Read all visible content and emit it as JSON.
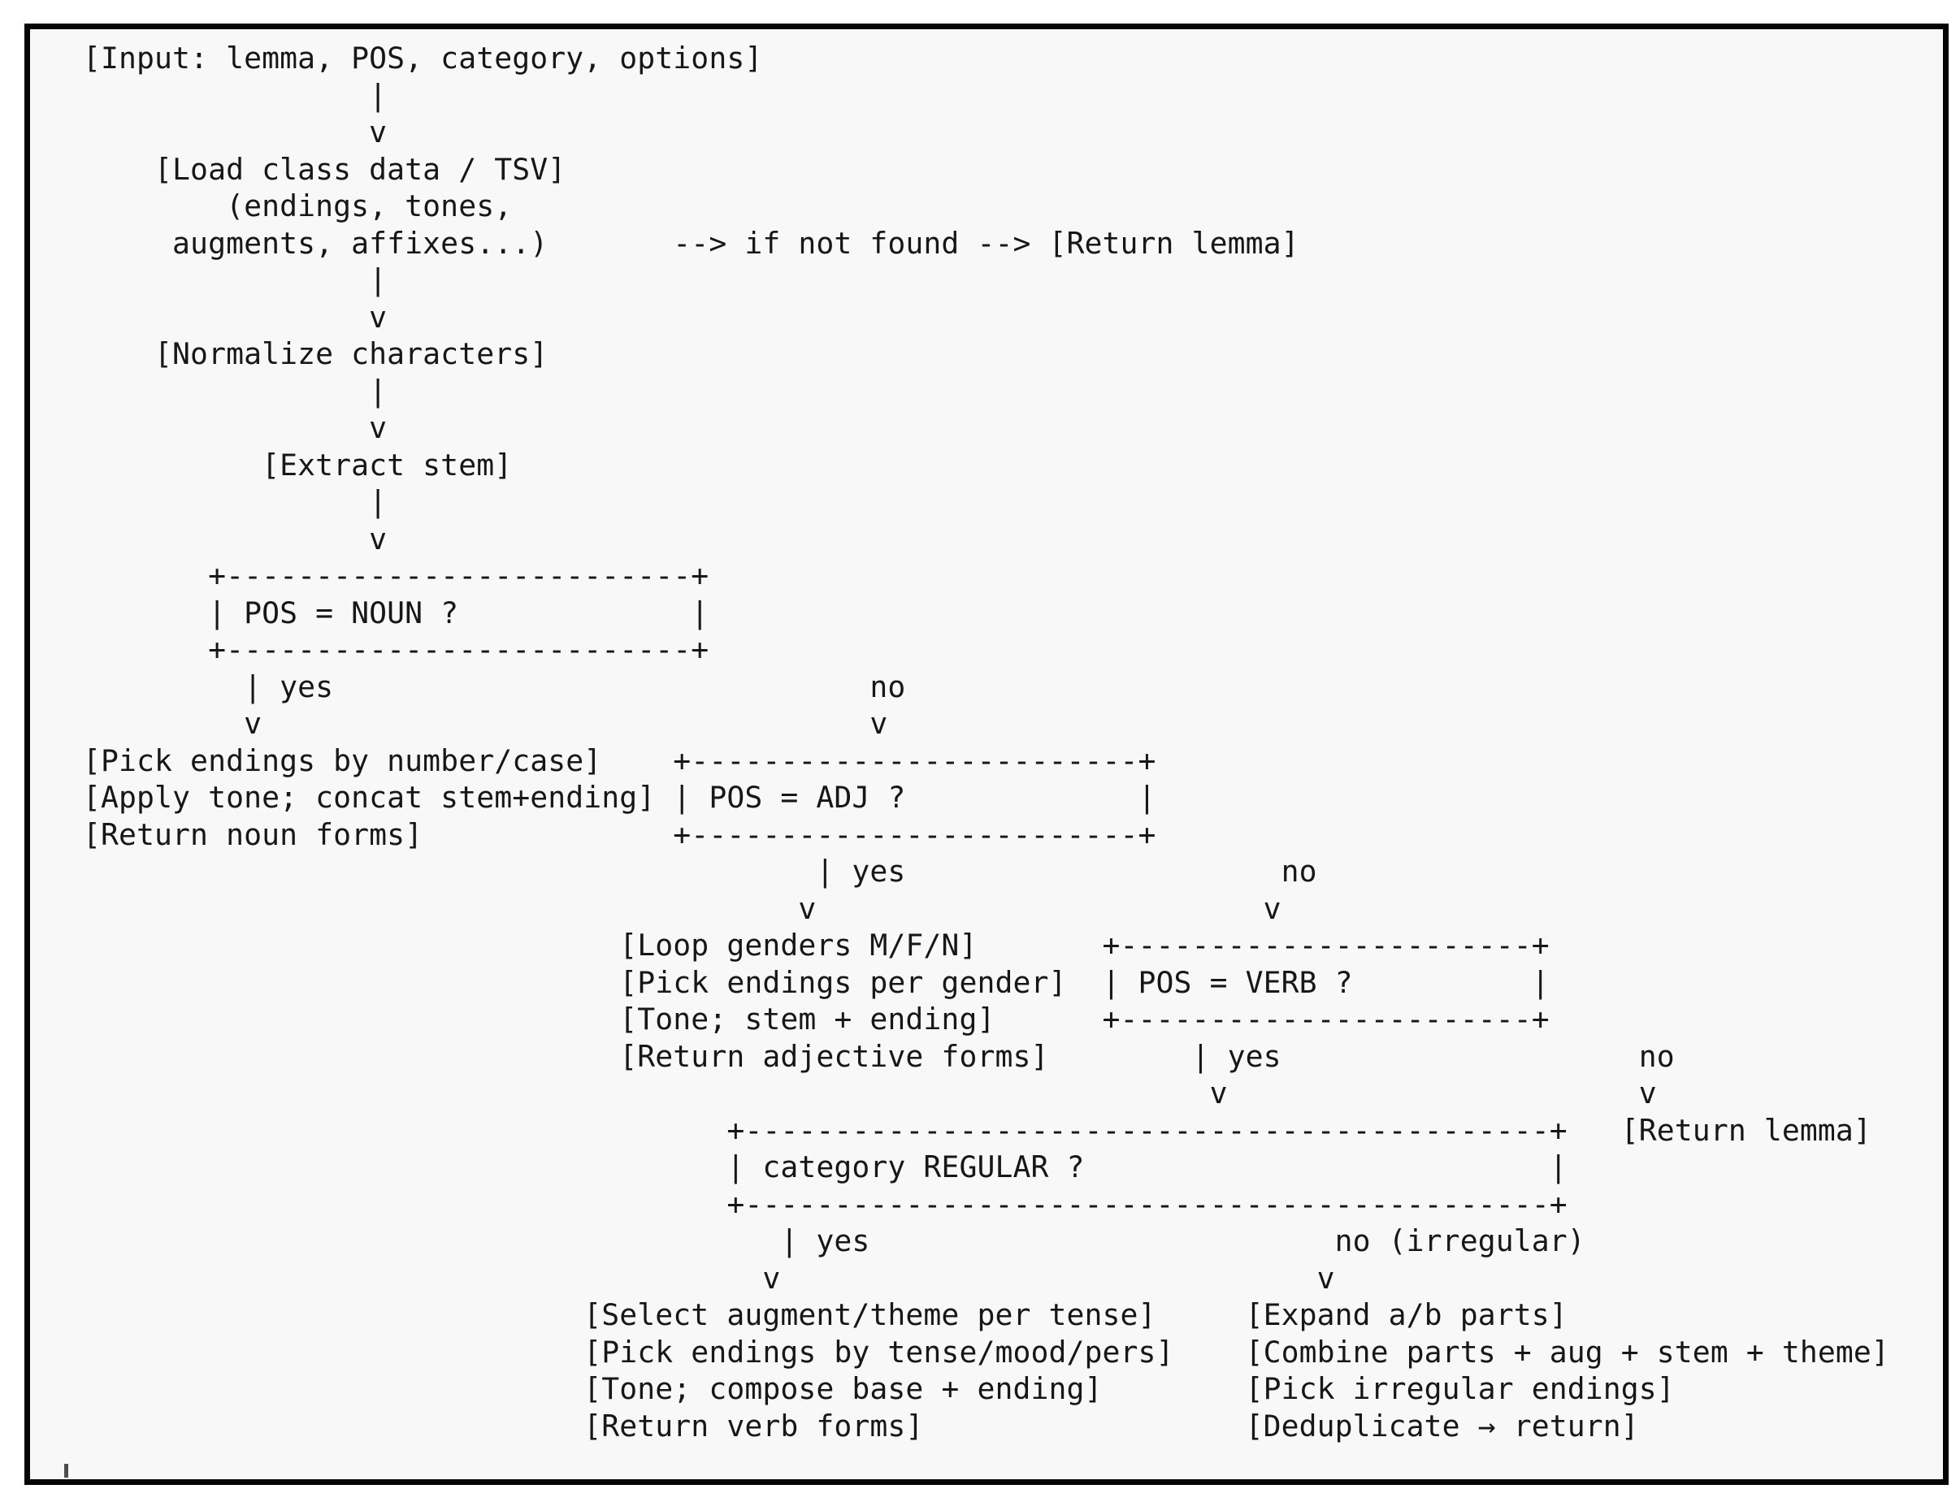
{
  "meta": {
    "kind": "ascii-flowchart-screenshot",
    "colors": {
      "page_background": "#ffffff",
      "panel_background": "#f8f8f8",
      "frame_border": "#050505",
      "text": "#171717",
      "cursor_tick": "#4d4d4d"
    }
  },
  "flowchart": {
    "input_node": "[Input: lemma, POS, category, options]",
    "steps": [
      "[Load class data / TSV] (endings, tones, augments, affixes...)",
      "[Normalize characters]",
      "[Extract stem]"
    ],
    "fallback": "--> if not found --> [Return lemma]",
    "decisions": [
      "POS = NOUN ?",
      "POS = ADJ ?",
      "POS = VERB ?",
      "category REGULAR ?"
    ],
    "branch_labels": [
      "yes",
      "no",
      "yes",
      "no",
      "yes",
      "no",
      "yes",
      "no (irregular)"
    ],
    "noun_branch": [
      "[Pick endings by number/case]",
      "[Apply tone; concat stem+ending]",
      "[Return noun forms]"
    ],
    "adjective_branch": [
      "[Loop genders M/F/N]",
      "[Pick endings per gender]",
      "[Tone; stem + ending]",
      "[Return adjective forms]"
    ],
    "verb_no_branch": "[Return lemma]",
    "verb_regular_branch": [
      "[Select augment/theme per tense]",
      "[Pick endings by tense/mood/pers]",
      "[Tone; compose base + ending]",
      "[Return verb forms]"
    ],
    "verb_irregular_branch": [
      "[Expand a/b parts]",
      "[Combine parts + aug + stem + theme]",
      "[Pick irregular endings]",
      "[Deduplicate → return]"
    ],
    "lines": [
      "[Input: lemma, POS, category, options]",
      "                |",
      "                v",
      "    [Load class data / TSV]",
      "        (endings, tones,",
      "     augments, affixes...)       --> if not found --> [Return lemma]",
      "                |",
      "                v",
      "    [Normalize characters]",
      "                |",
      "                v",
      "          [Extract stem]",
      "                |",
      "                v",
      "       +--------------------------+",
      "       | POS = NOUN ?             |",
      "       +--------------------------+",
      "         | yes                              no",
      "         v                                  v",
      "[Pick endings by number/case]    +-------------------------+",
      "[Apply tone; concat stem+ending] | POS = ADJ ?             |",
      "[Return noun forms]              +-------------------------+",
      "                                         | yes                     no",
      "                                        v                         v",
      "                              [Loop genders M/F/N]       +-----------------------+",
      "                              [Pick endings per gender]  | POS = VERB ?          |",
      "                              [Tone; stem + ending]      +-----------------------+",
      "                              [Return adjective forms]        | yes                    no",
      "                                                               v                       v",
      "                                    +---------------------------------------------+   [Return lemma]",
      "                                    | category REGULAR ?                          |",
      "                                    +---------------------------------------------+",
      "                                       | yes                          no (irregular)",
      "                                      v                              v",
      "                            [Select augment/theme per tense]     [Expand a/b parts]",
      "                            [Pick endings by tense/mood/pers]    [Combine parts + aug + stem + theme]",
      "                            [Tone; compose base + ending]        [Pick irregular endings]",
      "                            [Return verb forms]                  [Deduplicate → return]"
    ]
  }
}
